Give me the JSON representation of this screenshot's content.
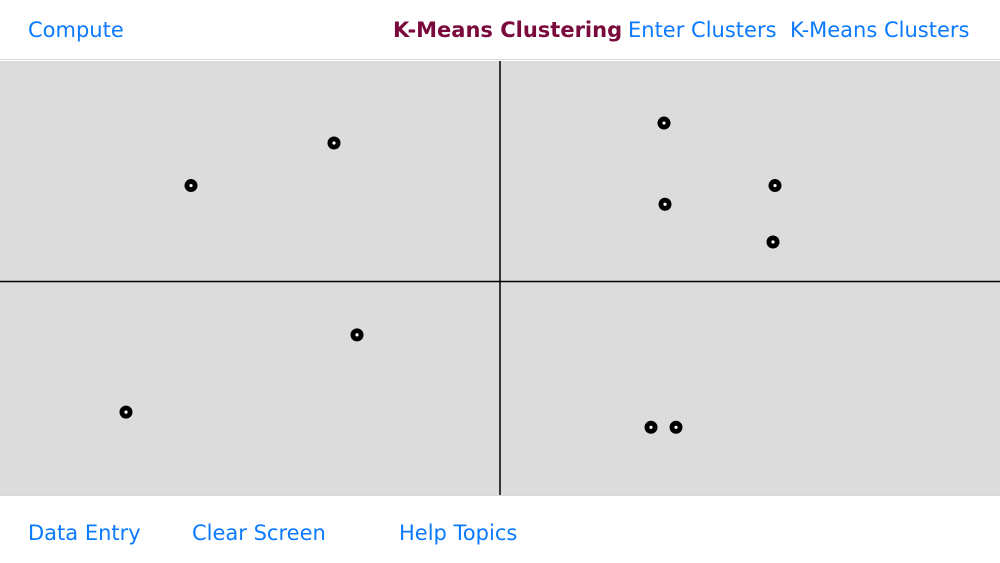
{
  "colors": {
    "link": "#0a7aff",
    "title": "#7a0a3c",
    "canvas_bg": "#dcdcdc",
    "axis": "#000000",
    "point": "#000000"
  },
  "topbar": {
    "compute_label": "Compute",
    "title": "K-Means Clustering",
    "enter_clusters_label": "Enter Clusters",
    "kmeans_clusters_label": "K-Means Clusters"
  },
  "bottombar": {
    "data_entry_label": "Data Entry",
    "clear_screen_label": "Clear Screen",
    "help_topics_label": "Help Topics"
  },
  "plot": {
    "points": [
      {
        "x": 0.334,
        "y": 0.189
      },
      {
        "x": 0.191,
        "y": 0.287
      },
      {
        "x": 0.664,
        "y": 0.143
      },
      {
        "x": 0.775,
        "y": 0.287
      },
      {
        "x": 0.665,
        "y": 0.33
      },
      {
        "x": 0.773,
        "y": 0.417
      },
      {
        "x": 0.357,
        "y": 0.631
      },
      {
        "x": 0.126,
        "y": 0.809
      },
      {
        "x": 0.651,
        "y": 0.844
      },
      {
        "x": 0.676,
        "y": 0.844
      }
    ]
  }
}
